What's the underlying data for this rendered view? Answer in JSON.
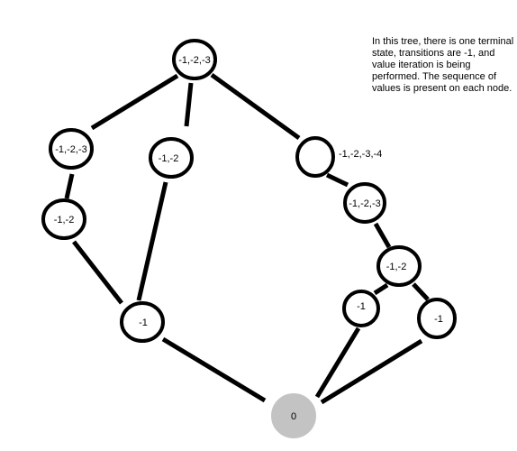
{
  "caption": "In this tree, there is one terminal state, transitions are -1, and value iteration is being performed. The sequence of values is present on each node.",
  "colors": {
    "terminal_fill": "#c3c3c3",
    "stroke": "#000000",
    "background": "#ffffff"
  },
  "nodes": [
    {
      "id": "root",
      "label": "-1,-2,-3"
    },
    {
      "id": "left-top",
      "label": "-1,-2,-3"
    },
    {
      "id": "left-mid",
      "label": "-1,-2"
    },
    {
      "id": "center",
      "label": "-1,-2"
    },
    {
      "id": "left-bottom",
      "label": "-1"
    },
    {
      "id": "right-top",
      "label": ""
    },
    {
      "id": "right-top-outside",
      "label": "-1,-2,-3,-4"
    },
    {
      "id": "right-second",
      "label": "-1,-2,-3"
    },
    {
      "id": "right-third",
      "label": "-1,-2"
    },
    {
      "id": "right-leaf-a",
      "label": "-1"
    },
    {
      "id": "right-leaf-b",
      "label": "-1"
    },
    {
      "id": "terminal",
      "label": "0"
    }
  ]
}
